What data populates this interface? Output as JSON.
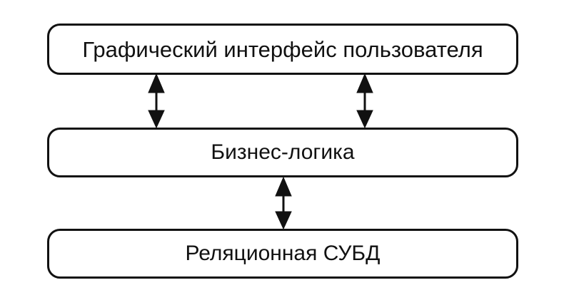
{
  "layers": {
    "gui": {
      "label": "Графический интерфейс пользователя"
    },
    "business_logic": {
      "label": "Бизнес-логика"
    },
    "database": {
      "label": "Реляционная СУБД"
    }
  },
  "connections": [
    {
      "from": "Графический интерфейс пользователя",
      "to": "Бизнес-логика",
      "type": "bidirectional"
    },
    {
      "from": "Графический интерфейс пользователя",
      "to": "Бизнес-логика",
      "type": "bidirectional"
    },
    {
      "from": "Бизнес-логика",
      "to": "Реляционная СУБД",
      "type": "bidirectional"
    }
  ],
  "colors": {
    "stroke": "#111111",
    "background": "#ffffff"
  }
}
